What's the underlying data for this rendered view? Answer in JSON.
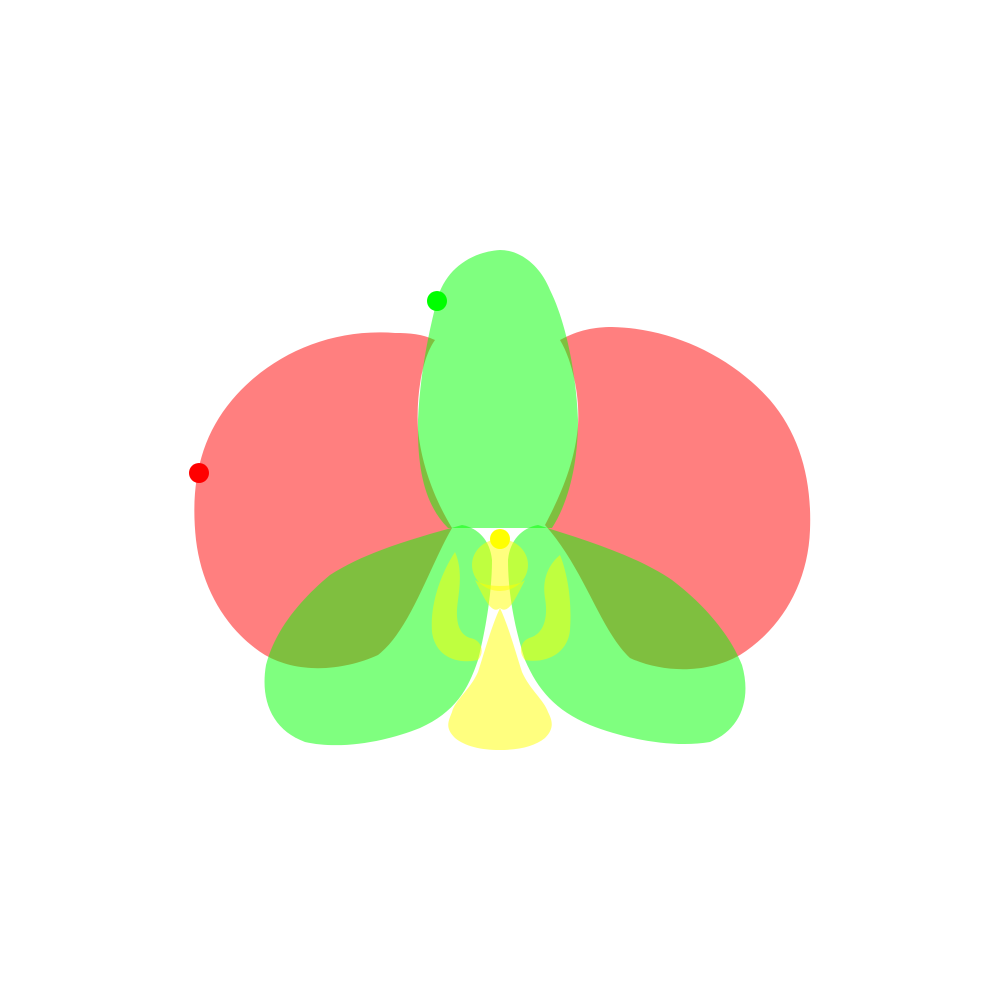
{
  "diagram": {
    "subject": "orchid-flower-segmentation",
    "layers": [
      {
        "id": "petals",
        "color": "#ff0000",
        "opacity": 0.5
      },
      {
        "id": "sepals",
        "color": "#00ff00",
        "opacity": 0.5
      },
      {
        "id": "lip",
        "color": "#ffff00",
        "opacity": 0.5
      }
    ],
    "keypoints": [
      {
        "id": "petal-keypoint",
        "color": "#ff0000"
      },
      {
        "id": "sepal-keypoint",
        "color": "#00ff00"
      },
      {
        "id": "lip-keypoint",
        "color": "#ffff00"
      }
    ]
  }
}
